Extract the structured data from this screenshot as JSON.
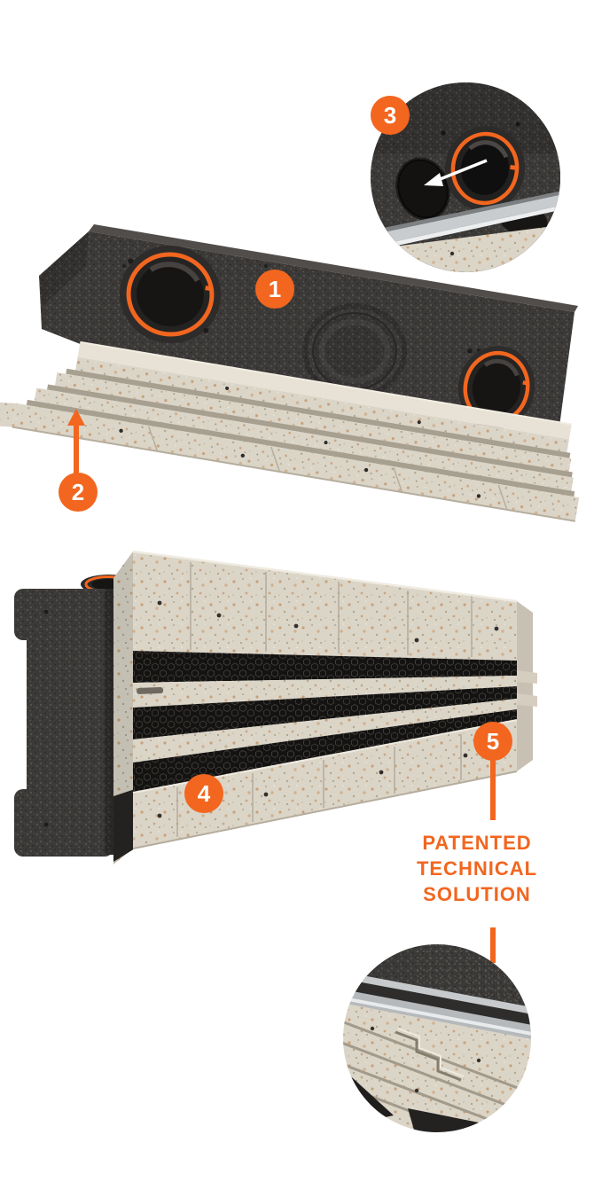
{
  "colors": {
    "accent": "#F2661F",
    "foam_gray": "#3C3A38",
    "stone_beige": "#DBD5C8",
    "mesh_black": "#141312",
    "metal_gray": "#C7CACC"
  },
  "figure": {
    "callouts": [
      {
        "number": "1"
      },
      {
        "number": "2"
      },
      {
        "number": "3"
      },
      {
        "number": "4"
      },
      {
        "number": "5"
      }
    ],
    "caption": {
      "lines": [
        "PATENTED",
        "TECHNICAL",
        "SOLUTION"
      ]
    }
  },
  "icons": {
    "badge2_pointer": "arrow-up-icon",
    "inset_top_pointer": "arrow-down-left-icon"
  }
}
